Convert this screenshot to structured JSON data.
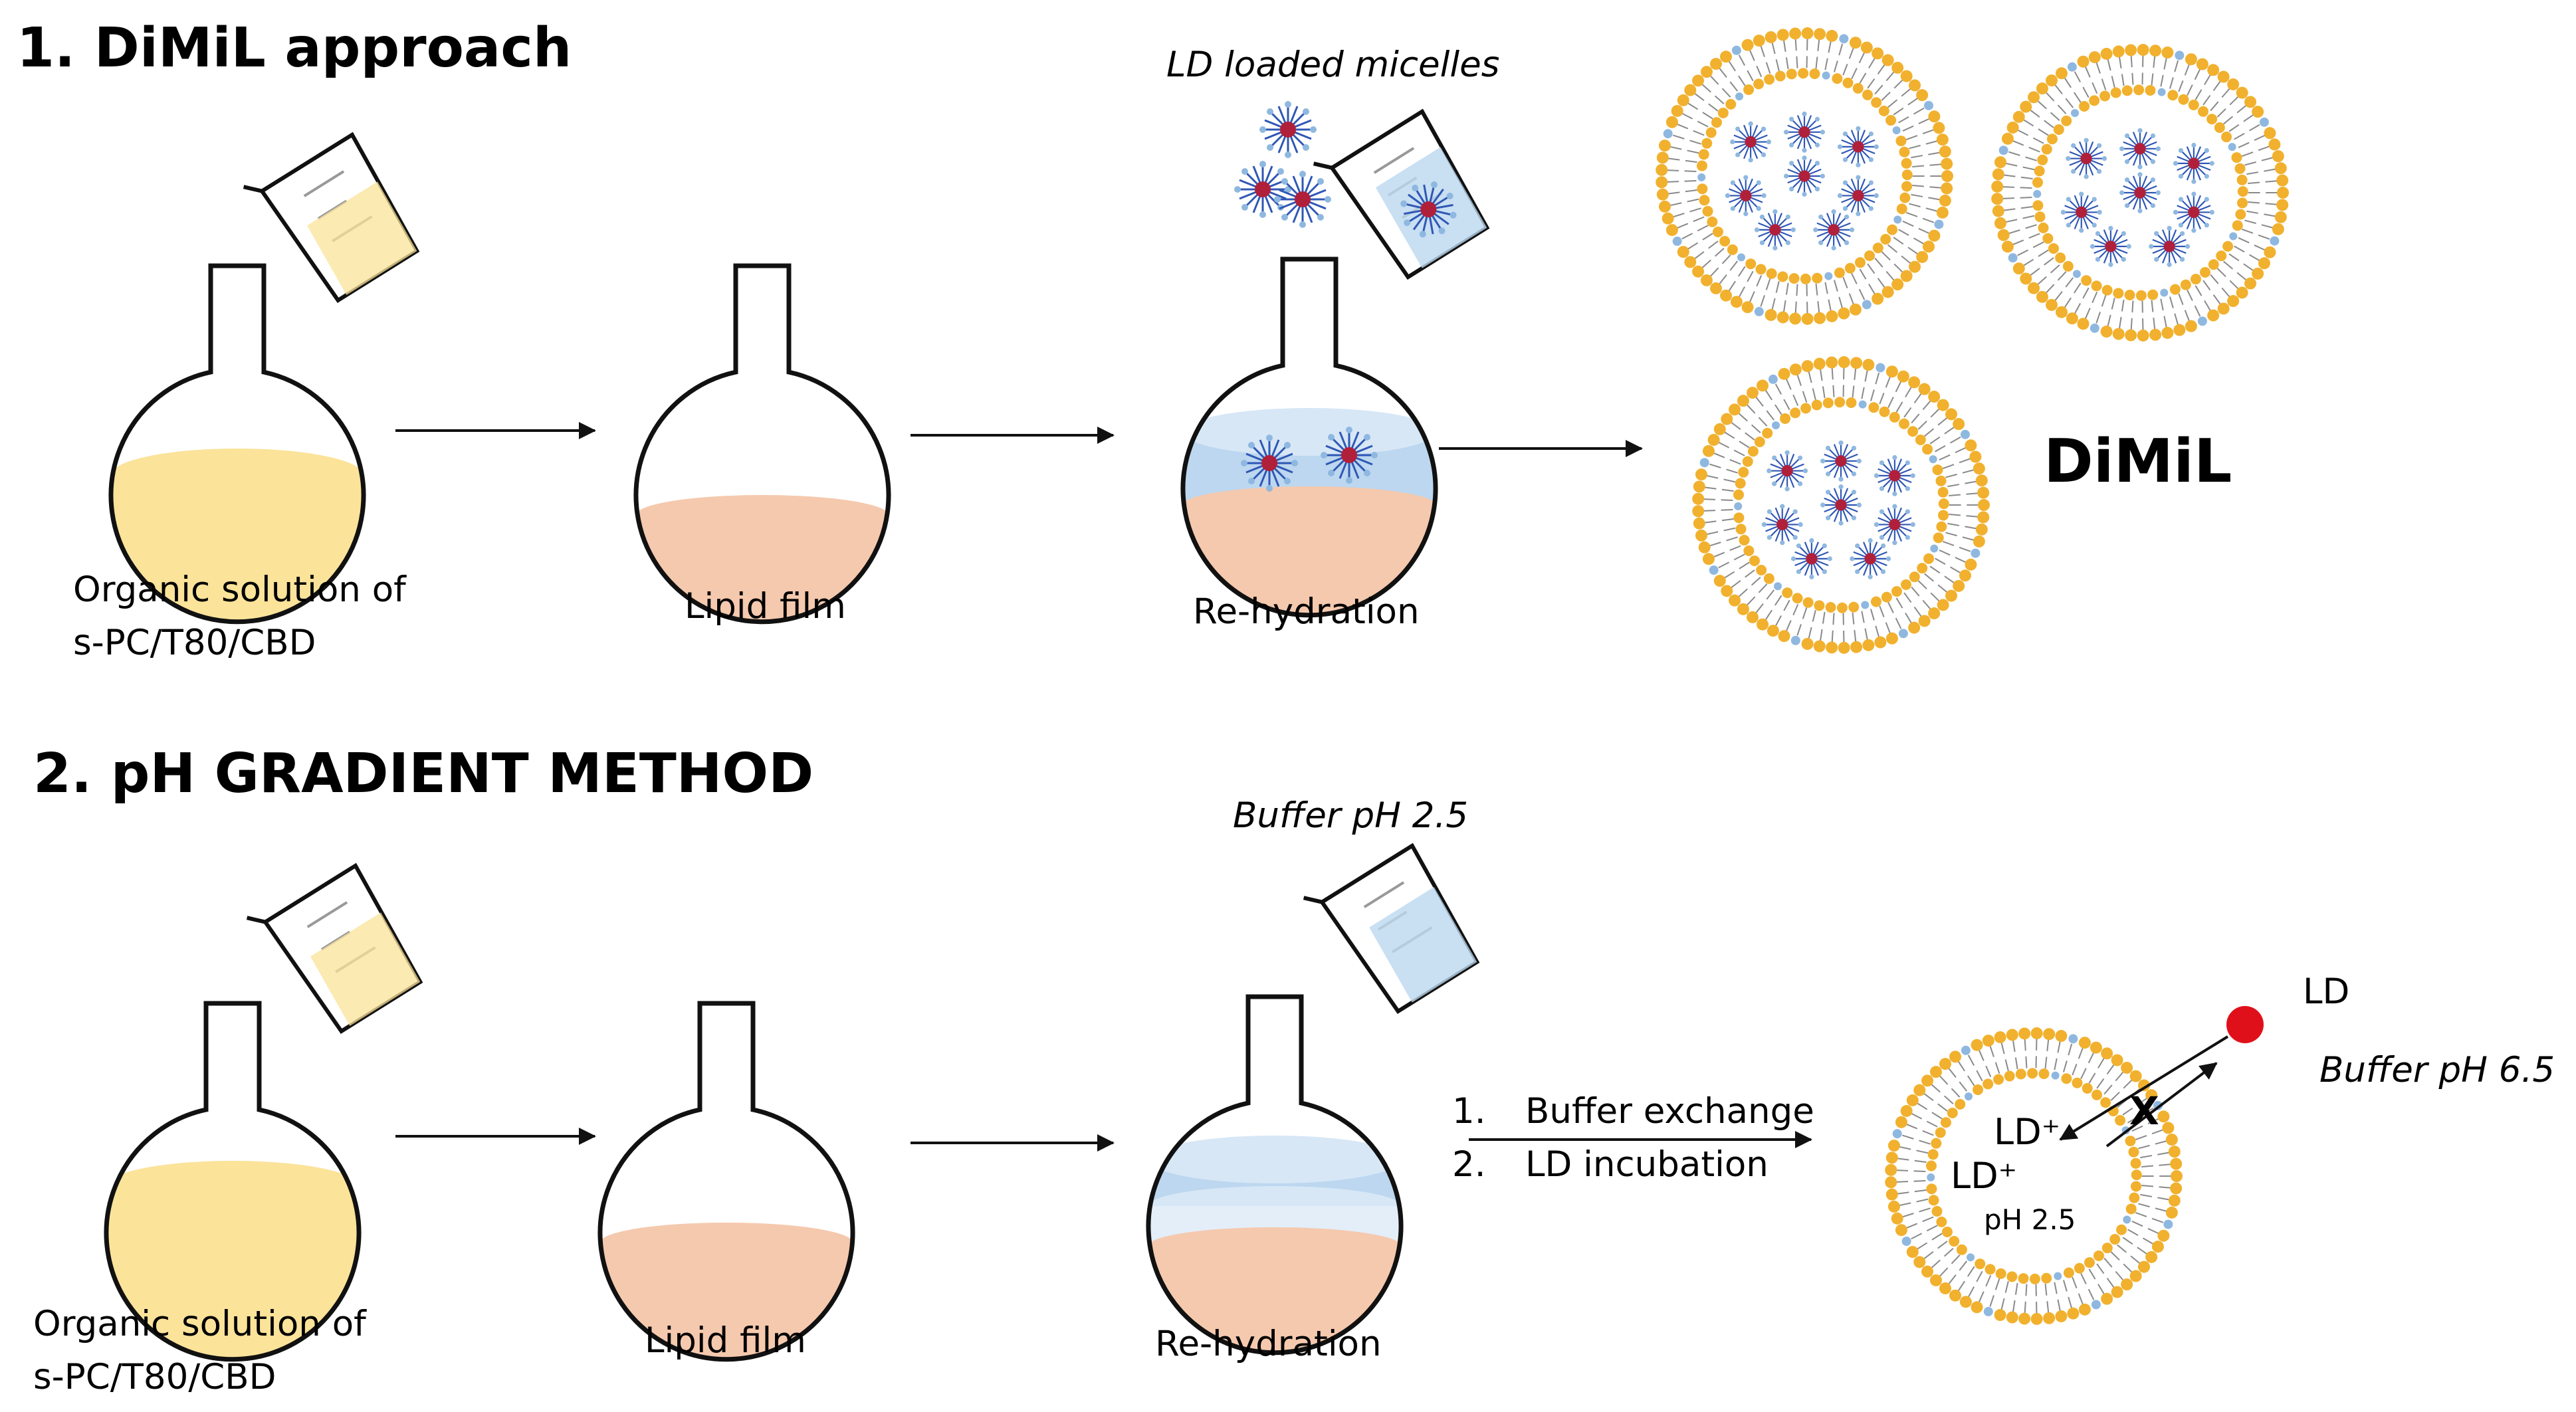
{
  "section1": {
    "title": "1. DiMiL approach",
    "caption_organic": [
      "Organic solution of",
      "s-PC/T80/CBD"
    ],
    "caption_film": "Lipid film",
    "caption_rehydration": "Re-hydration",
    "label_micelles": "LD loaded micelles",
    "product_label": "DiMiL"
  },
  "section2": {
    "title": "2. pH GRADIENT METHOD",
    "caption_organic": [
      "Organic solution of",
      "s-PC/T80/CBD"
    ],
    "caption_film": "Lipid film",
    "caption_rehydration": "Re-hydration",
    "label_buffer_in": "Buffer pH 2.5",
    "steps": [
      "1.",
      "Buffer exchange",
      "2.",
      "LD incubation"
    ],
    "label_ld": "LD",
    "label_buffer_out": "Buffer pH 6.5",
    "label_ld_plus_1": "LD⁺",
    "label_ld_plus_2": "LD⁺",
    "label_inner_ph": "pH 2.5",
    "blocked_mark": "X"
  },
  "colors": {
    "organic_solution": "#fbe39a",
    "lipid_film": "#f5c9ae",
    "buffer": "#bcd7ef",
    "lipid_head": "#f1b12e",
    "tween_head": "#8fb8e0",
    "drug": "#e0101a",
    "micelle_core": "#b0203a",
    "micelle_tails": "#2f57b5"
  },
  "icons": [
    "round-bottom-flask-icon",
    "beaker-icon",
    "micelle-icon",
    "liposome-icon",
    "arrow-icon"
  ]
}
